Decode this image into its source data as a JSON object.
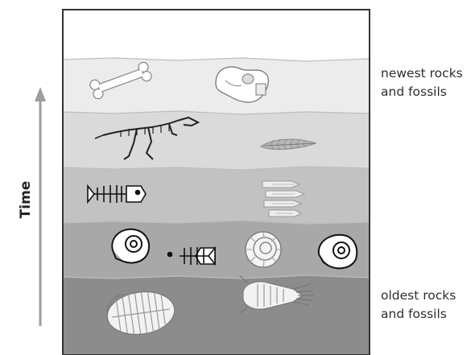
{
  "axis": {
    "label": "Time"
  },
  "labels": {
    "top": "newest rocks\nand fossils",
    "bottom": "oldest rocks\nand fossils"
  },
  "layers": [
    {
      "fossils": [],
      "color": "#ffffff"
    },
    {
      "fossils": [
        "bone-icon",
        "skull-icon"
      ],
      "color": "#ececec"
    },
    {
      "fossils": [
        "dinosaur-skeleton-icon",
        "fern-leaf-icon"
      ],
      "color": "#dadada"
    },
    {
      "fossils": [
        "fish-skeleton-icon",
        "fish-fossil-cluster-icon"
      ],
      "color": "#c2c2c2"
    },
    {
      "fossils": [
        "ammonite-icon",
        "fish-skeleton-icon",
        "ammonite-icon",
        "ammonite-icon"
      ],
      "color": "#a8a8a8"
    },
    {
      "fossils": [
        "trilobite-icon",
        "trilobite-icon"
      ],
      "color": "#8c8c8c"
    }
  ]
}
